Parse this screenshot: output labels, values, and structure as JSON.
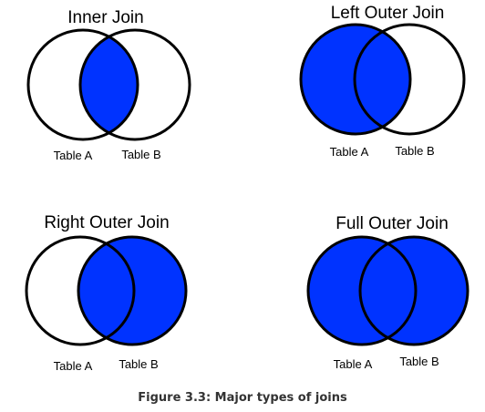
{
  "accent_color": "#0033ff",
  "outline_color": "#000000",
  "diagrams": [
    {
      "title": "Inner Join",
      "left_label": "Table A",
      "right_label": "Table B",
      "fill": "intersection"
    },
    {
      "title": "Left Outer Join",
      "left_label": "Table A",
      "right_label": "Table B",
      "fill": "left"
    },
    {
      "title": "Right Outer Join",
      "left_label": "Table A",
      "right_label": "Table B",
      "fill": "right"
    },
    {
      "title": "Full Outer Join",
      "left_label": "Table A",
      "right_label": "Table B",
      "fill": "both"
    }
  ],
  "caption": "Figure 3.3: Major types of joins"
}
